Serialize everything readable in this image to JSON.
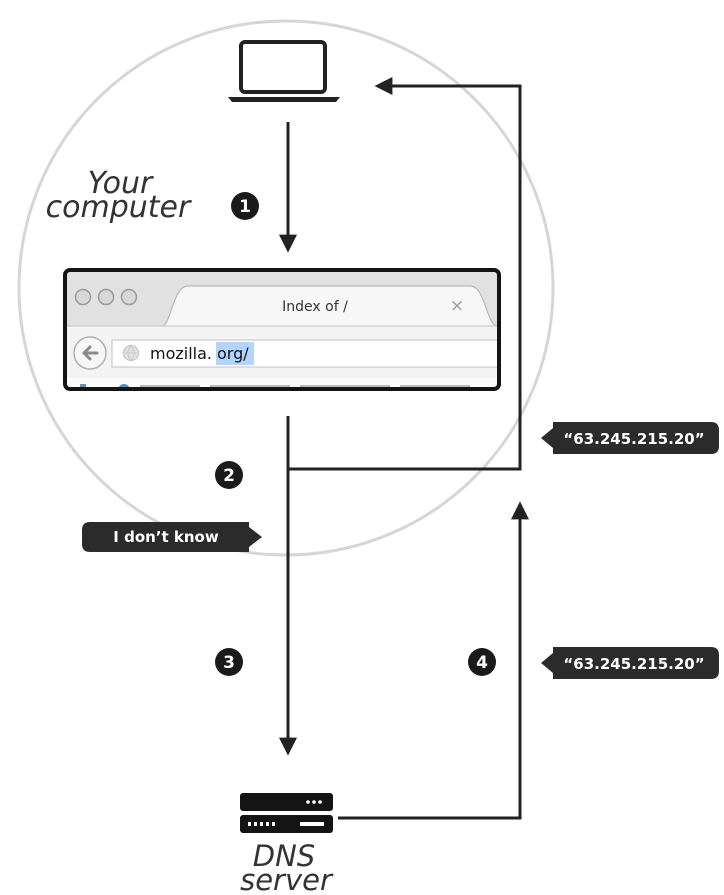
{
  "labels": {
    "computer_line1": "Your",
    "computer_line2": "computer",
    "dns_line1": "DNS",
    "dns_line2": "server"
  },
  "steps": [
    "1",
    "2",
    "3",
    "4"
  ],
  "bubbles": {
    "dont_know": "I don’t know",
    "ip_top": "“63.245.215.20”",
    "ip_bottom": "“63.245.215.20”"
  },
  "browser": {
    "tab_title": "Index of /",
    "tab_close": "×",
    "url_host": "mozilla.",
    "url_selected": "org/"
  },
  "icons": [
    "laptop-icon",
    "browser-window",
    "dns-server-icon",
    "back-arrow-icon",
    "globe-icon"
  ],
  "colors": {
    "dark": "#222222",
    "bubble": "#2b2b2b",
    "circle": "#d0d0d0",
    "selection": "#b3d4fd"
  }
}
